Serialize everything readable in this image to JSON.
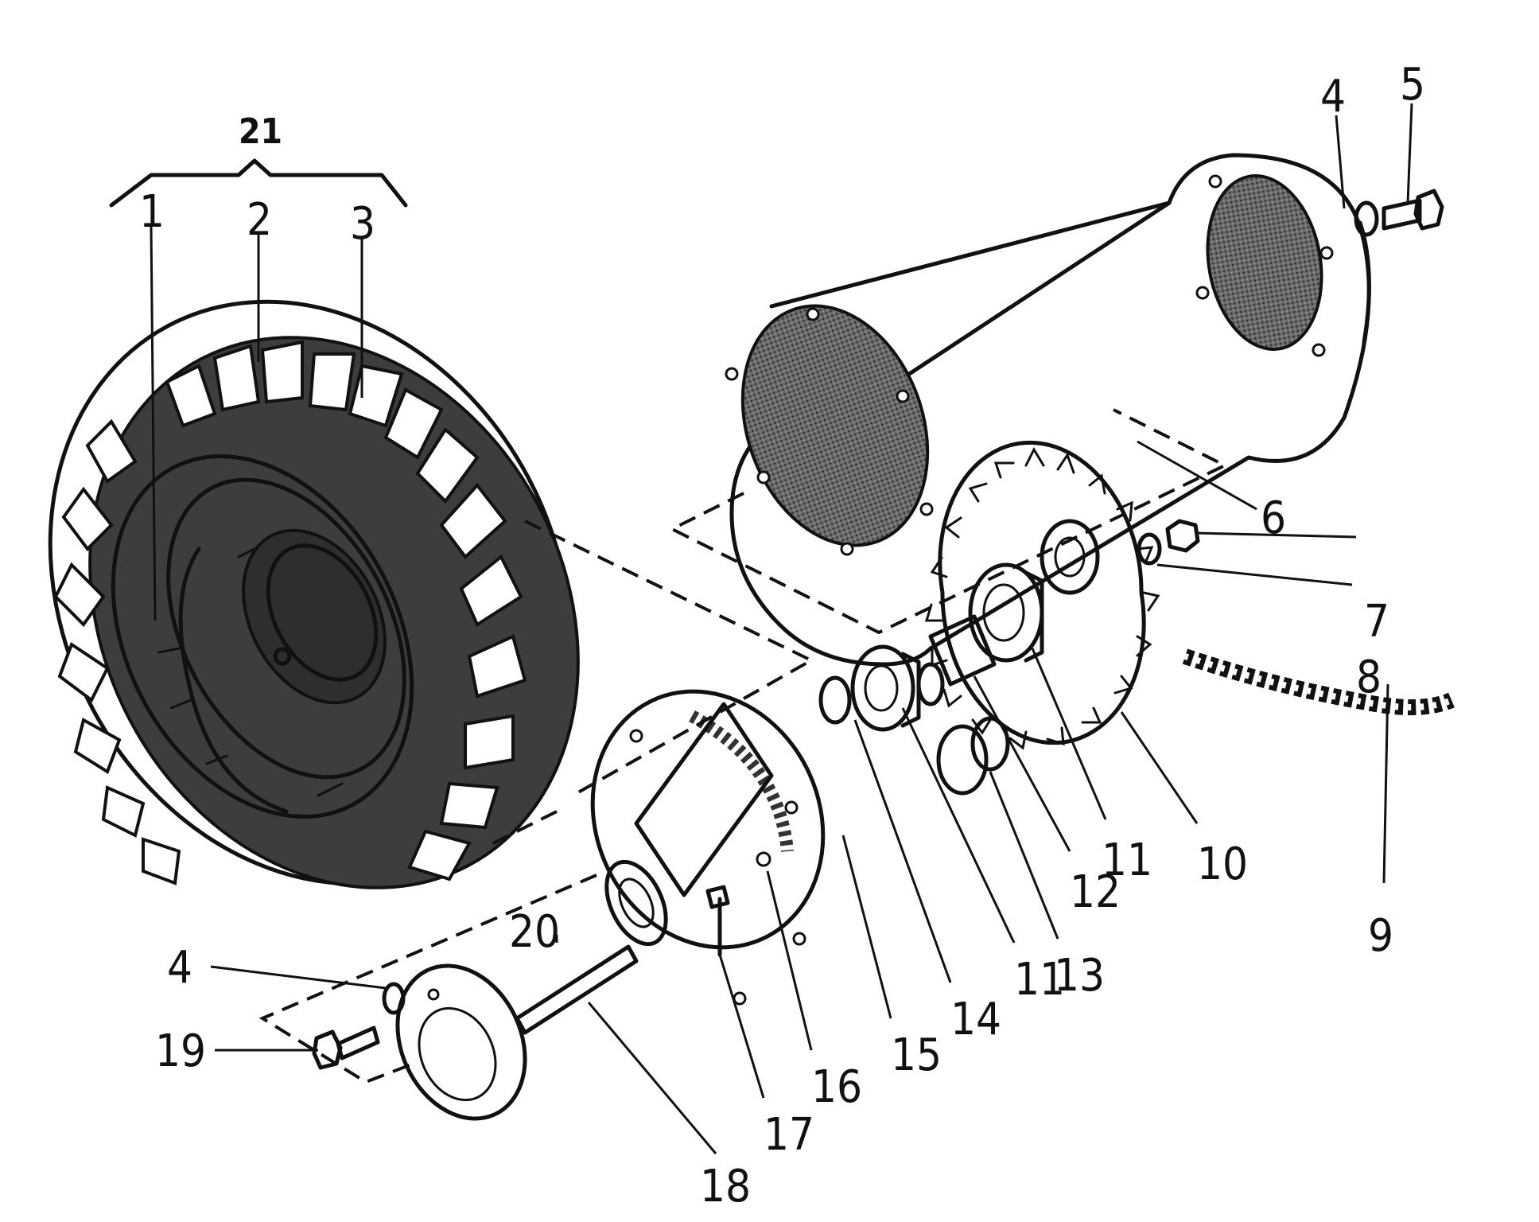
{
  "diagram": {
    "parts": [
      {
        "id": "p1",
        "label": "1"
      },
      {
        "id": "p2",
        "label": "2"
      },
      {
        "id": "p3",
        "label": "3"
      },
      {
        "id": "p4a",
        "label": "4"
      },
      {
        "id": "p5",
        "label": "5"
      },
      {
        "id": "p6",
        "label": "6"
      },
      {
        "id": "p7",
        "label": "7"
      },
      {
        "id": "p8",
        "label": "8"
      },
      {
        "id": "p9",
        "label": "9"
      },
      {
        "id": "p10",
        "label": "10"
      },
      {
        "id": "p11a",
        "label": "11"
      },
      {
        "id": "p12",
        "label": "12"
      },
      {
        "id": "p11b",
        "label": "11"
      },
      {
        "id": "p13",
        "label": "13"
      },
      {
        "id": "p14",
        "label": "14"
      },
      {
        "id": "p15",
        "label": "15"
      },
      {
        "id": "p16",
        "label": "16"
      },
      {
        "id": "p17",
        "label": "17"
      },
      {
        "id": "p18",
        "label": "18"
      },
      {
        "id": "p19",
        "label": "19"
      },
      {
        "id": "p20",
        "label": "20"
      },
      {
        "id": "p4b",
        "label": "4"
      }
    ],
    "assembly_label": "21",
    "colors": {
      "ink": "#111111",
      "fill_dark": "#555555",
      "paper": "#ffffff"
    }
  }
}
